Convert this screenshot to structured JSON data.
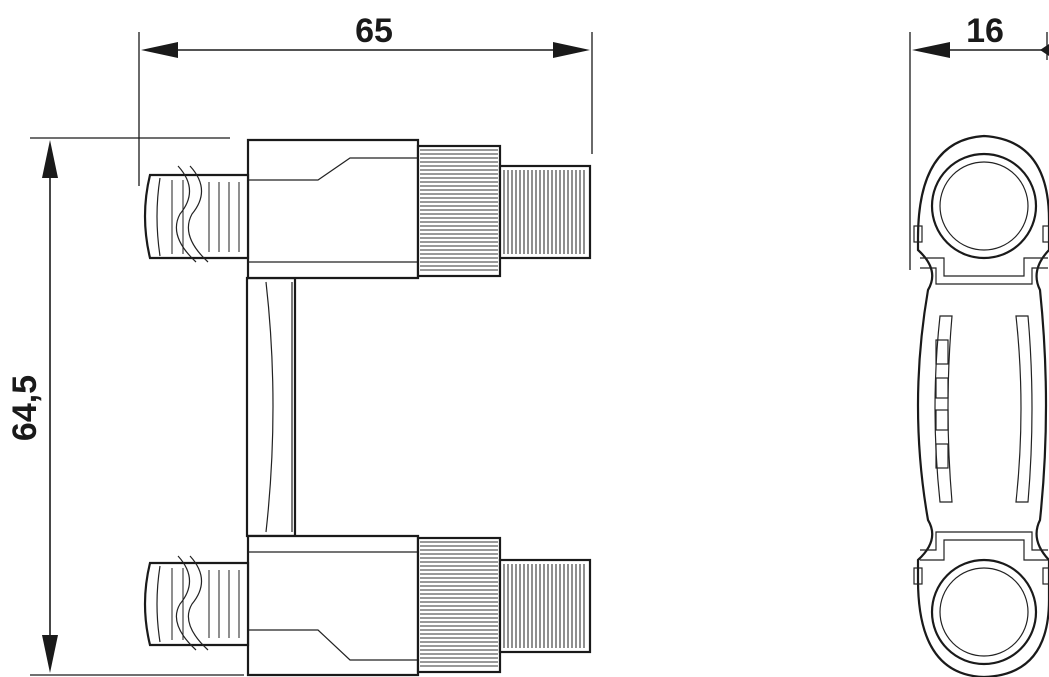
{
  "dimensions": {
    "width": "65",
    "height": "64,5",
    "side_width": "16"
  },
  "colors": {
    "line": "#1a1a1a",
    "background": "#ffffff"
  }
}
